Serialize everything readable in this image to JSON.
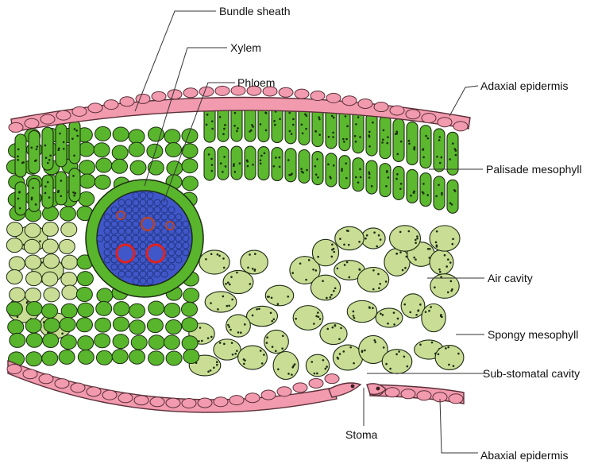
{
  "diagram": {
    "colors": {
      "epidermis_fill": "#f29aae",
      "epidermis_stroke": "#5a2f38",
      "palisade_fill": "#5cb82e",
      "bundle_cell_fill": "#58b52c",
      "spongy_fill": "#c9dd95",
      "vascular_fill": "#3f57c8",
      "xylem_ring": "#e2211c",
      "phloem_ring": "#b5432a",
      "outline": "#1c2a12",
      "background": "#ffffff"
    },
    "labels": {
      "bundle_sheath": "Bundle sheath",
      "xylem": "Xylem",
      "phloem": "Phloem",
      "adaxial_epidermis": "Adaxial epidermis",
      "palisade_mesophyll": "Palisade mesophyll",
      "air_cavity": "Air cavity",
      "spongy_mesophyll": "Spongy mesophyll",
      "sub_stomatal_cavity": "Sub-stomatal cavity",
      "stoma": "Stoma",
      "abaxial_epidermis": "Abaxial epidermis"
    }
  }
}
